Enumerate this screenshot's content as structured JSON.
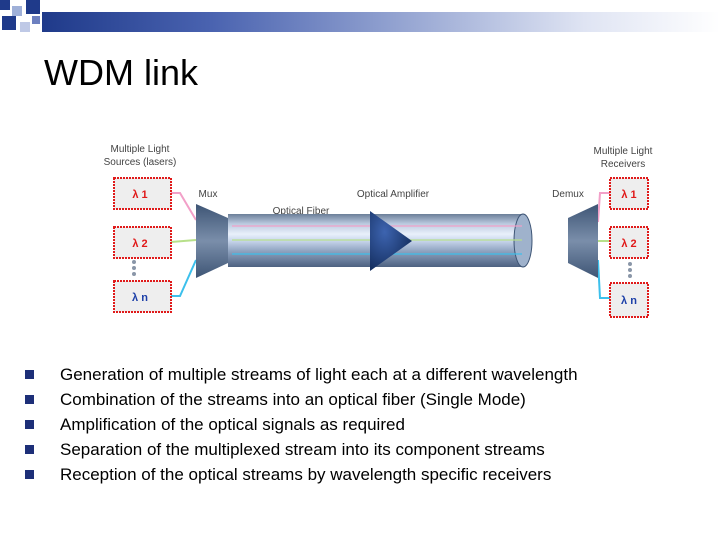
{
  "slide": {
    "title": "WDM link"
  },
  "diagram": {
    "sources_label": [
      "Multiple Light",
      "Sources (lasers)"
    ],
    "receivers_label": [
      "Multiple Light",
      "Receivers"
    ],
    "mux_label": "Mux",
    "demux_label": "Demux",
    "amplifier_label": "Optical Amplifier",
    "fiber_label": "Optical Fiber",
    "sources": [
      "λ 1",
      "λ 2",
      "λ n"
    ],
    "receivers": [
      "λ 1",
      "λ 2",
      "λ n"
    ],
    "colors": {
      "lambda1": "#f2a0c8",
      "lambda2": "#b7e08a",
      "lambdan": "#3cc0ec",
      "box_red": "#e01a1a",
      "box_bg": "#eeeeee",
      "amplifier": "#1b3a78",
      "mux": "#4b6080"
    }
  },
  "bullets": [
    "Generation of multiple streams of light each at a different wavelength",
    "Combination of the streams into an optical fiber (Single Mode)",
    "Amplification of the optical signals as required",
    "Separation of the multiplexed stream into its component streams",
    "Reception of the optical streams by wavelength specific receivers"
  ]
}
